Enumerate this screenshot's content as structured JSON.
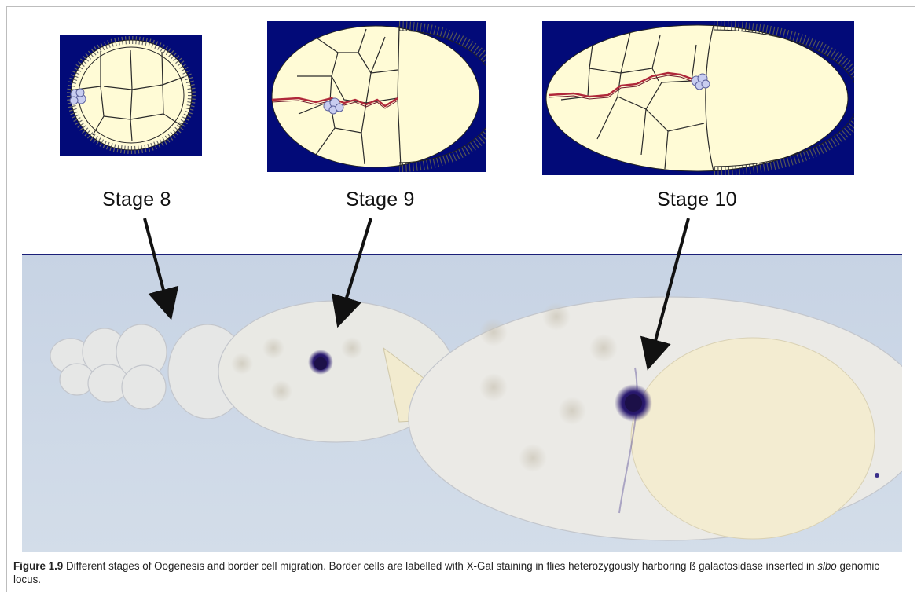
{
  "figure": {
    "stage_labels": [
      "Stage 8",
      "Stage 9",
      "Stage 10"
    ],
    "caption": {
      "label": "Figure 1.9",
      "text_1": " Different stages of Oogenesis and border cell migration. Border cells are labelled with X-Gal staining in flies heterozygously harboring  ß galactosidase inserted in ",
      "italic": "slbo",
      "text_2": " genomic locus."
    }
  },
  "colors": {
    "panel_bg": "#020a78",
    "cell_fill": "#fffbd6",
    "border_cell": "#c8cdf0",
    "migration_path": "#b0283a",
    "photo_bg": "#c9d6e6",
    "stain": "#1c1048"
  }
}
